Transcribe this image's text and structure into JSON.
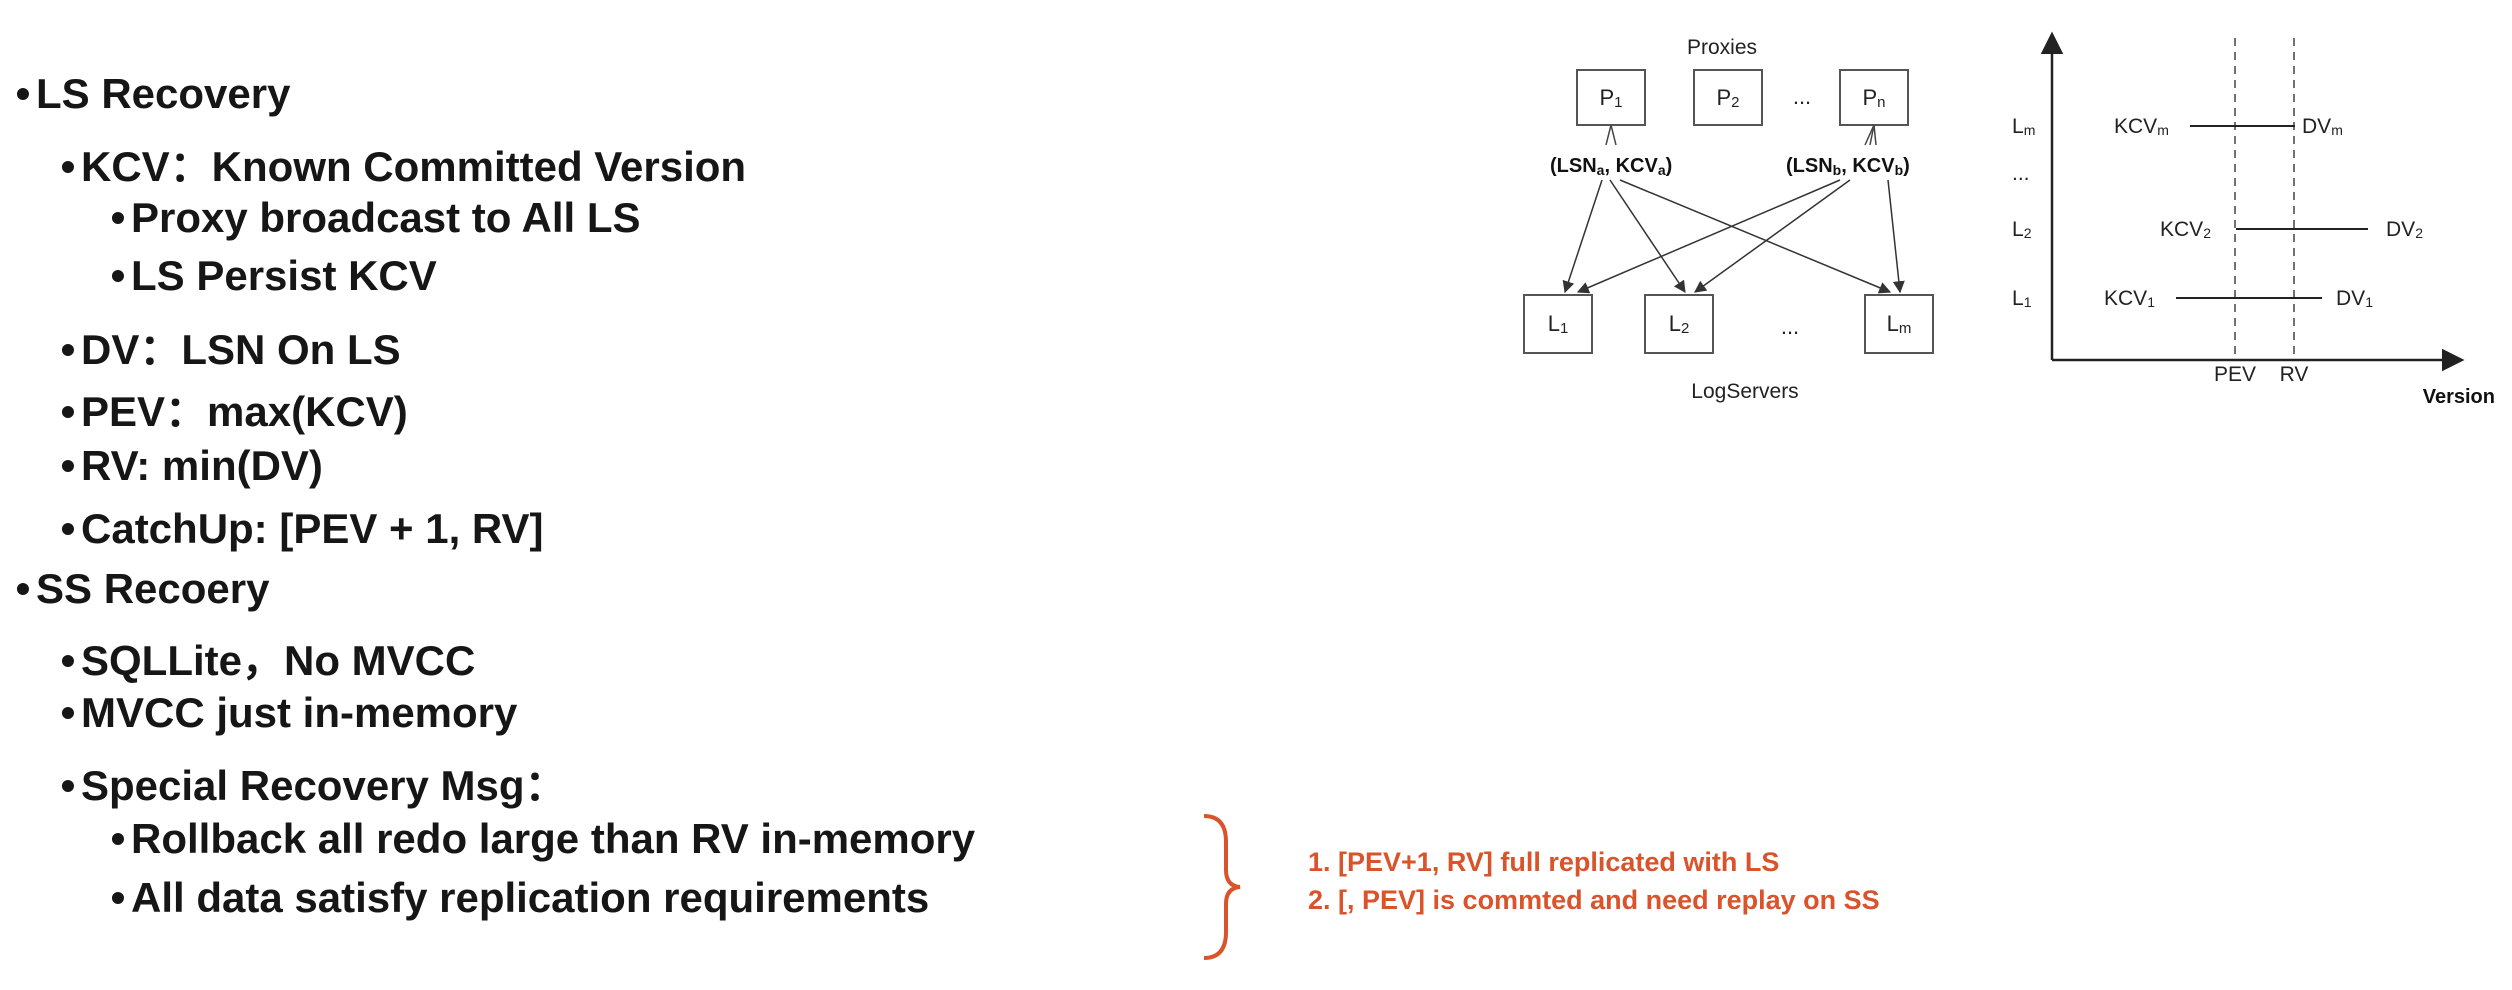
{
  "bullets": [
    {
      "text": "LS Recovery",
      "level": 0
    },
    {
      "text": "KCV：Known Committed Version",
      "level": 1
    },
    {
      "text": "Proxy broadcast to All LS",
      "level": 2
    },
    {
      "text": "LS Persist KCV",
      "level": 2
    },
    {
      "text": "DV：LSN On LS",
      "level": 1
    },
    {
      "text": "PEV：max(KCV)",
      "level": 1
    },
    {
      "text": "RV: min(DV)",
      "level": 1
    },
    {
      "text": "CatchUp: [PEV + 1, RV]",
      "level": 1
    },
    {
      "text": "SS Recoery",
      "level": 0
    },
    {
      "text": "SQLLite，No MVCC",
      "level": 1
    },
    {
      "text": "MVCC just in-memory",
      "level": 1
    },
    {
      "text": "Special Recovery Msg：",
      "level": 1
    },
    {
      "text": "Rollback all redo large than RV in-memory",
      "level": 2
    },
    {
      "text": "All data satisfy replication requirements",
      "level": 2
    }
  ],
  "notes": [
    "1.  [PEV+1, RV] full replicated with LS",
    "2.  [, PEV] is commted and need replay on SS"
  ],
  "accent_color": "#d9542b",
  "left_diagram": {
    "proxies_title": "Proxies",
    "logservers_title": "LogServers",
    "proxies": [
      {
        "base": "P",
        "sub": "1"
      },
      {
        "base": "P",
        "sub": "2"
      },
      {
        "base": "P",
        "sub": "n"
      }
    ],
    "proxy_ellipsis": "...",
    "logservers": [
      {
        "base": "L",
        "sub": "1"
      },
      {
        "base": "L",
        "sub": "2"
      },
      {
        "base": "L",
        "sub": "m"
      }
    ],
    "ls_ellipsis": "...",
    "tuple_a": {
      "open": "(LSN",
      "sub1": "a",
      "mid": ", KCV",
      "sub2": "a",
      "close": ")"
    },
    "tuple_b": {
      "open": "(LSN",
      "sub1": "b",
      "mid": ", KCV",
      "sub2": "b",
      "close": ")"
    }
  },
  "right_diagram": {
    "x_label": "Version",
    "pev_label": "PEV",
    "rv_label": "RV",
    "ellipsis": "...",
    "rows": [
      {
        "lbase": "L",
        "lsub": "m",
        "kbase": "KCV",
        "ksub": "m",
        "dbase": "DV",
        "dsub": "m"
      },
      {
        "lbase": "L",
        "lsub": "2",
        "kbase": "KCV",
        "ksub": "2",
        "dbase": "DV",
        "dsub": "2"
      },
      {
        "lbase": "L",
        "lsub": "1",
        "kbase": "KCV",
        "ksub": "1",
        "dbase": "DV",
        "dsub": "1"
      }
    ]
  }
}
